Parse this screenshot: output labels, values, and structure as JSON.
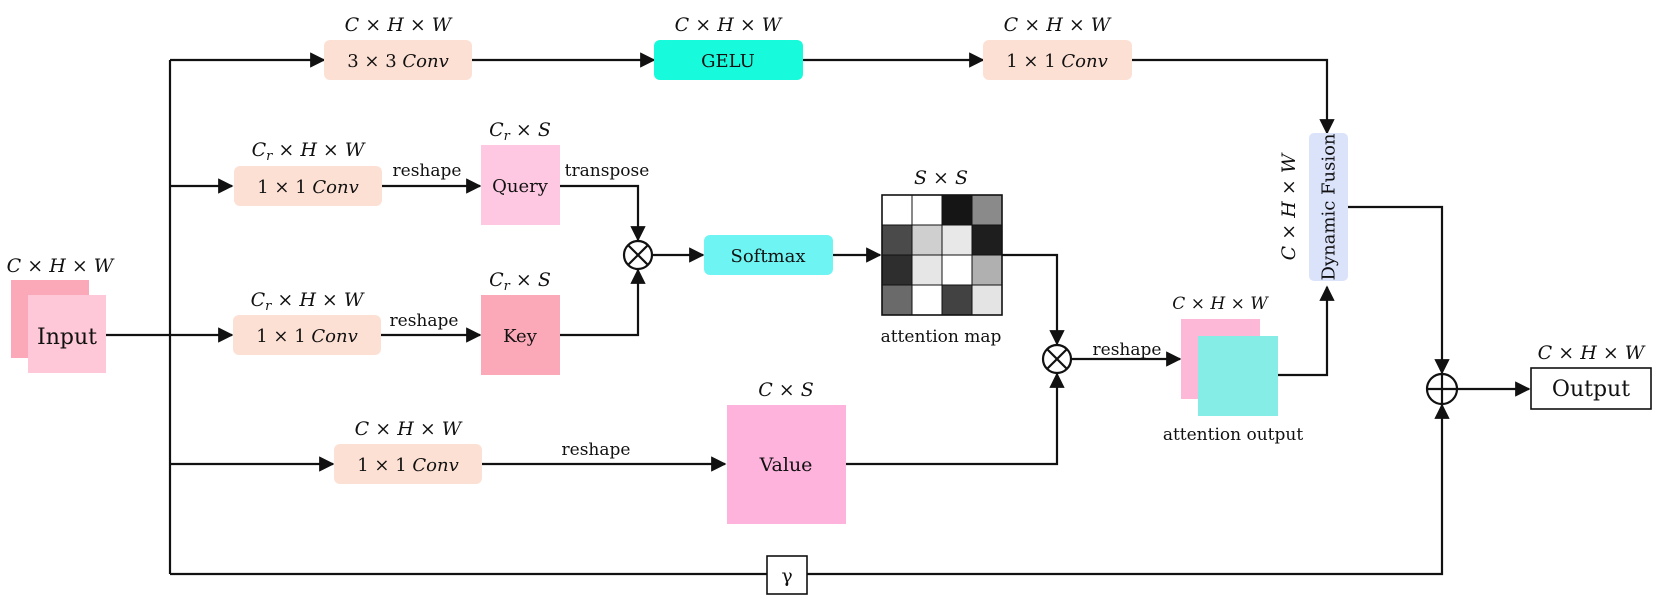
{
  "input": {
    "label": "Input",
    "dim": "C × H × W"
  },
  "output": {
    "label": "Output",
    "dim": "C × H × W"
  },
  "conv3x3": {
    "label_num": "3 × 3 ",
    "label_it": "Conv",
    "dim": "C × H × W"
  },
  "gelu": {
    "label": "GELU",
    "dim": "C × H × W"
  },
  "conv1x1_top": {
    "label_num": "1 × 1 ",
    "label_it": "Conv",
    "dim": "C × H × W"
  },
  "query_conv": {
    "label_num": "1 × 1 ",
    "label_it": "Conv",
    "dim_base": "C",
    "dim_sub": "r",
    "dim_rest": " × H × W"
  },
  "key_conv": {
    "label_num": "1 × 1 ",
    "label_it": "Conv",
    "dim_base": "C",
    "dim_sub": "r",
    "dim_rest": " × H × W"
  },
  "value_conv": {
    "label_num": "1 × 1 ",
    "label_it": "Conv",
    "dim": "C × H × W"
  },
  "query": {
    "label": "Query",
    "dim_base": "C",
    "dim_sub": "r",
    "dim_rest": " × S"
  },
  "key": {
    "label": "Key",
    "dim_base": "C",
    "dim_sub": "r",
    "dim_rest": " × S"
  },
  "value": {
    "label": "Value",
    "dim": "C × S"
  },
  "softmax": {
    "label": "Softmax"
  },
  "attention_map": {
    "label": "attention map",
    "dim": "S × S",
    "cells": [
      [
        "#ffffff",
        "#ffffff",
        "#151515",
        "#8a8a8a"
      ],
      [
        "#4a4a4a",
        "#cfcfcf",
        "#e8e8e8",
        "#1e1e1e"
      ],
      [
        "#2e2e2e",
        "#e6e6e6",
        "#ffffff",
        "#b0b0b0"
      ],
      [
        "#6a6a6a",
        "#ffffff",
        "#424242",
        "#e4e4e4"
      ]
    ]
  },
  "attention_output": {
    "label": "attention output",
    "dim": "C × H × W"
  },
  "dynamic_fusion": {
    "label": "Dynamic Fusion",
    "dim": "C × H × W"
  },
  "gamma": {
    "label": "γ"
  },
  "edge_labels": {
    "reshape_query": "reshape",
    "reshape_key": "reshape",
    "reshape_value": "reshape",
    "reshape_attn": "reshape",
    "transpose": "transpose"
  },
  "colors": {
    "conv": "#fde0d4",
    "gelu": "#18fadc",
    "softmax": "#6ef5f3",
    "query": "#fec8e2",
    "key": "#fba8b8",
    "value": "#feb3dc",
    "input_back": "#fba8b8",
    "input_front": "#fec8d8",
    "attn_back": "#fdb8d8",
    "attn_front": "#86ede6",
    "fusion": "#dbe3fb"
  }
}
